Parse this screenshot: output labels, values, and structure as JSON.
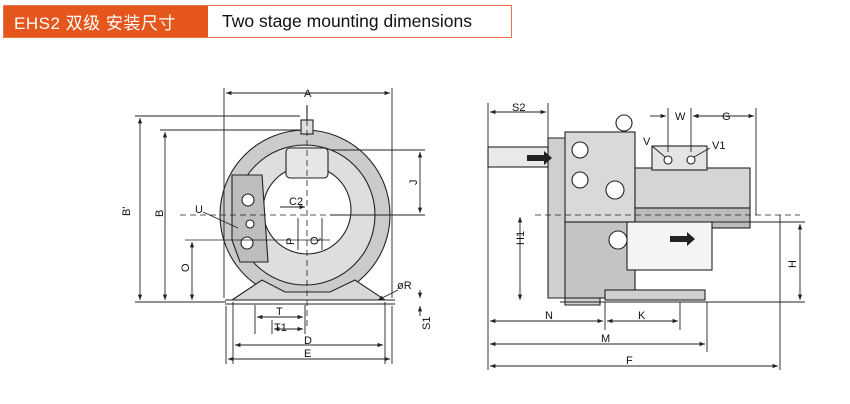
{
  "header": {
    "badge": "EHS2 双级 安装尺寸",
    "title": "Two stage mounting dimensions"
  },
  "colors": {
    "accent": "#e4561c",
    "line": "#222222",
    "body_fill": "#c9c9c9"
  },
  "left_view": {
    "A": "A",
    "B_prime": "B'",
    "B": "B",
    "U": "U",
    "O": "O",
    "C2": "C2",
    "P": "P",
    "Q": "Q",
    "J": "J",
    "R": "øR",
    "S1": "S1",
    "T": "T",
    "T1": "T1",
    "D": "D",
    "E": "E"
  },
  "right_view": {
    "S2": "S2",
    "W": "W",
    "G": "G",
    "V": "V",
    "V1": "V1",
    "H1": "H1",
    "H": "H",
    "N": "N",
    "K": "K",
    "M": "M",
    "F": "F"
  }
}
